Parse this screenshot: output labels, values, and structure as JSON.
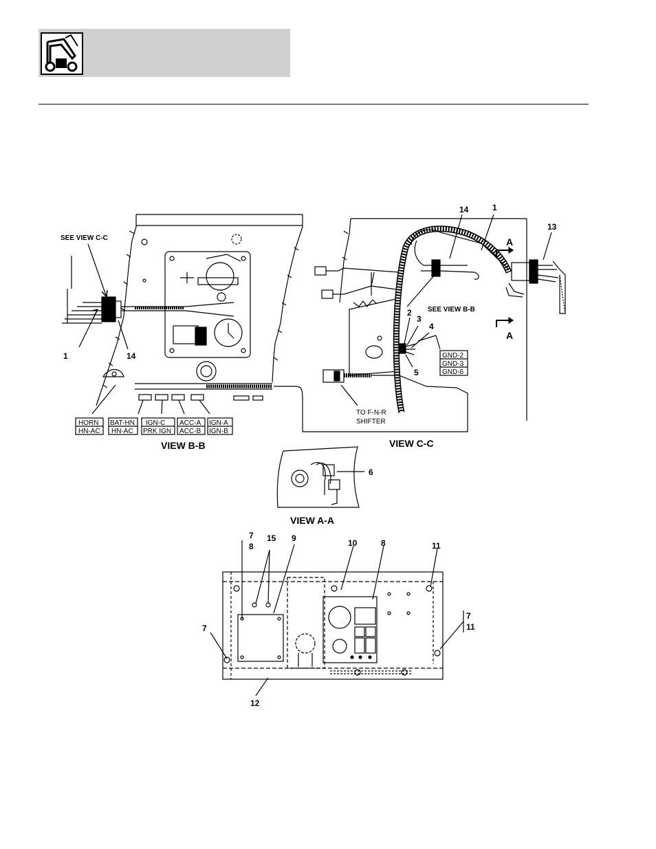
{
  "header": {
    "icon": "telehandler-machine-icon"
  },
  "view_bb": {
    "title": "VIEW B-B",
    "see_view": "SEE VIEW C-C",
    "callouts": {
      "c1": "1",
      "c14": "14"
    },
    "tags": [
      {
        "top": "HORN",
        "bottom": "HN-AC"
      },
      {
        "top": "BAT-HN",
        "bottom": "HN-AC"
      },
      {
        "top": "IGN-C",
        "bottom": "PRK IGN"
      },
      {
        "top": "ACC-A",
        "bottom": "ACC-B"
      },
      {
        "top": "IGN-A",
        "bottom": "IGN-B"
      }
    ]
  },
  "view_cc": {
    "title": "VIEW C-C",
    "see_view": "SEE VIEW B-B",
    "section_a_top": "A",
    "section_a_bottom": "A",
    "shifter_line1": "TO F-N-R",
    "shifter_line2": "SHIFTER",
    "callouts": {
      "c14": "14",
      "c1": "1",
      "c13": "13",
      "c2": "2",
      "c3": "3",
      "c4": "4",
      "c5": "5"
    },
    "gnd": [
      "GND-2",
      "GND-3",
      "GND-6"
    ]
  },
  "view_aa": {
    "title": "VIEW A-A",
    "callouts": {
      "c6": "6"
    }
  },
  "panel": {
    "callouts": {
      "c7a": "7",
      "c8a": "8",
      "c15": "15",
      "c9": "9",
      "c10": "10",
      "c8b": "8",
      "c11": "11",
      "c7b": "7",
      "c11b": "11",
      "c7c": "7",
      "c12": "12"
    }
  }
}
